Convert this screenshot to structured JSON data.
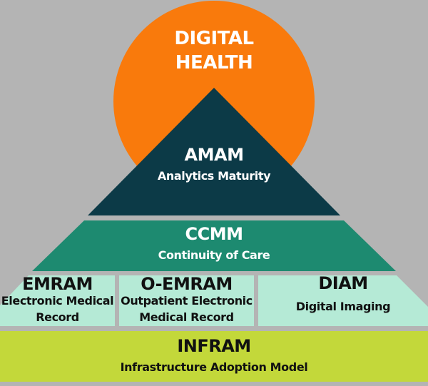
{
  "colors": {
    "background": "#b4b4b4",
    "digital_health": "#f97a0c",
    "amam": "#0c3a47",
    "ccmm": "#1d8a70",
    "middle_row": "#b5ead6",
    "infram": "#c3d83a"
  },
  "digital_health": {
    "line1": "DIGITAL",
    "line2": "HEALTH"
  },
  "amam": {
    "title": "AMAM",
    "subtitle": "Analytics Maturity"
  },
  "ccmm": {
    "title": "CCMM",
    "subtitle": "Continuity of Care"
  },
  "emram": {
    "title": "EMRAM",
    "subtitle_line1": "Electronic Medical",
    "subtitle_line2": "Record"
  },
  "oemram": {
    "title": "O-EMRAM",
    "subtitle_line1": "Outpatient Electronic",
    "subtitle_line2": "Medical Record"
  },
  "diam": {
    "title": "DIAM",
    "subtitle": "Digital Imaging"
  },
  "infram": {
    "title": "INFRAM",
    "subtitle": "Infrastructure Adoption Model"
  }
}
